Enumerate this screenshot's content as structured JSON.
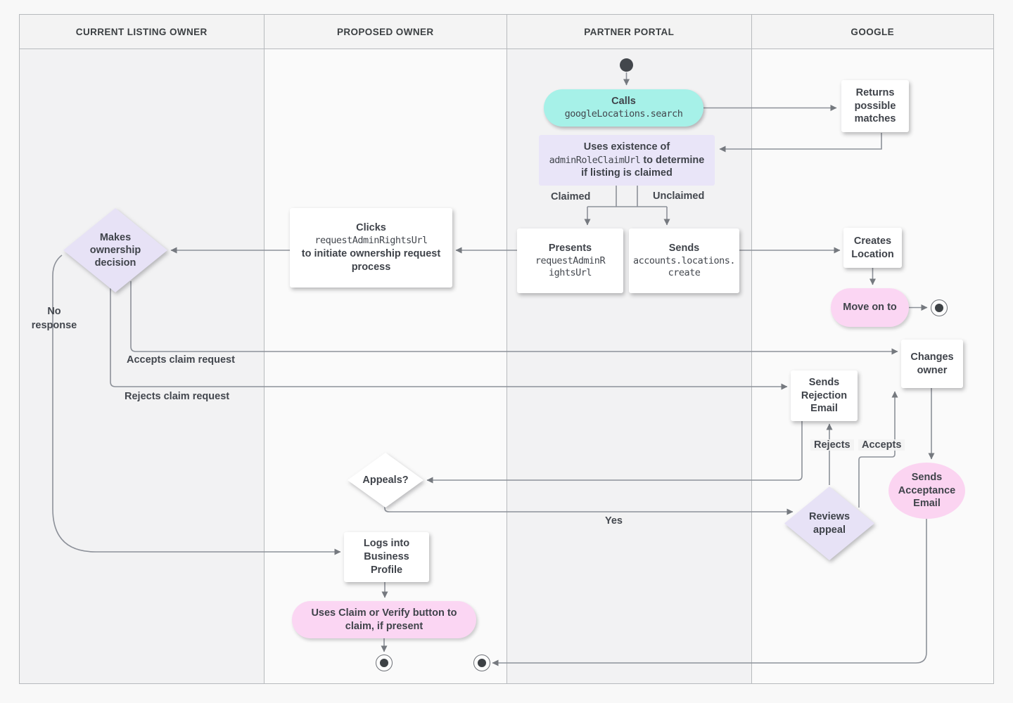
{
  "lanes": [
    {
      "label": "CURRENT LISTING OWNER"
    },
    {
      "label": "PROPOSED OWNER"
    },
    {
      "label": "PARTNER PORTAL"
    },
    {
      "label": "GOOGLE"
    }
  ],
  "nodes": {
    "calls": {
      "title": "Calls",
      "code": "googleLocations.search"
    },
    "returns": {
      "label": "Returns possible matches"
    },
    "uses": {
      "pre": "Uses existence of",
      "code": "adminRoleClaimUrl",
      "post": "to determine if listing is claimed"
    },
    "presents": {
      "title": "Presents",
      "code": "requestAdminRightsUrl"
    },
    "sends_create": {
      "title": "Sends",
      "code": "accounts.locations.create"
    },
    "clicks": {
      "pre": "Clicks",
      "code": "requestAdminRightsUrl",
      "post": "to initiate ownership request process"
    },
    "decision": {
      "label": "Makes ownership decision"
    },
    "creates_location": {
      "label": "Creates Location"
    },
    "move_on": {
      "label": "Move on to"
    },
    "changes_owner": {
      "label": "Changes owner"
    },
    "sends_rejection": {
      "label": "Sends Rejection Email"
    },
    "sends_acceptance": {
      "label": "Sends Acceptance Email"
    },
    "appeals": {
      "label": "Appeals?"
    },
    "reviews": {
      "label": "Reviews appeal"
    },
    "logs_in": {
      "label": "Logs into Business Profile"
    },
    "uses_claim": {
      "label": "Uses Claim or Verify button to claim, if present"
    }
  },
  "edge_labels": {
    "claimed": "Claimed",
    "unclaimed": "Unclaimed",
    "no_response": "No response",
    "accepts_claim": "Accepts claim request",
    "rejects_claim": "Rejects claim request",
    "rejects": "Rejects",
    "accepts": "Accepts",
    "yes": "Yes"
  },
  "colors": {
    "teal_action": "#a6f1e8",
    "lavender_note": "#e9e5f8",
    "pink_action": "#fbd6f3",
    "white_node": "#ffffff",
    "connector": "#8d9199",
    "text": "#3f434a",
    "lane_odd": "#f2f2f3",
    "lane_even": "#fafafa"
  }
}
